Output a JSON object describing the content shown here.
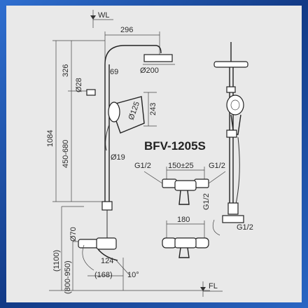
{
  "model": "BFV-1205S",
  "dimensions": {
    "wl": "WL",
    "fl": "FL",
    "arm_length": "296",
    "height_326": "326",
    "d28": "Ø28",
    "d69": "69",
    "d200": "Ø200",
    "d243": "243",
    "d125": "Ø125",
    "d1084": "1084",
    "range_450_680": "450-680",
    "d19": "Ø19",
    "d70": "Ø70",
    "d1100": "(1100)",
    "range_800_950": "(800-950)",
    "d124": "124",
    "d168": "(168)",
    "angle10": "10°",
    "d150": "150±25",
    "g12_left": "G1/2",
    "g12_right": "G1/2",
    "d180": "180",
    "g12_vertical": "G1/2",
    "g12_bottom": "G1/2"
  }
}
